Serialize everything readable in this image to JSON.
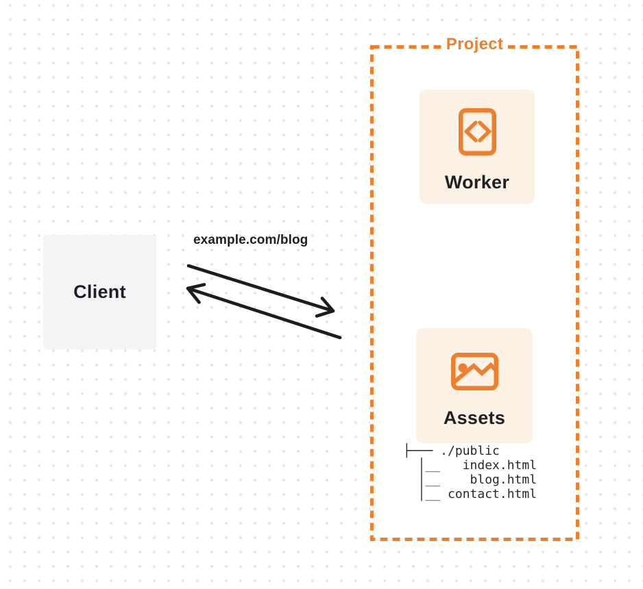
{
  "diagram": {
    "client": {
      "label": "Client"
    },
    "request_label": "example.com/blog",
    "arrows": {
      "request": "client-to-project",
      "response": "project-to-client"
    },
    "project": {
      "label": "Project",
      "worker": {
        "label": "Worker",
        "icon": "code-brackets-document-icon"
      },
      "assets": {
        "label": "Assets",
        "icon": "image-icon",
        "file_tree": {
          "root": "./public",
          "files": [
            "index.html",
            "blog.html",
            "contact.html"
          ],
          "lines": [
            "├─── ./public",
            "  │__   index.html",
            "  │__    blog.html",
            "  │__ contact.html"
          ]
        }
      }
    },
    "colors": {
      "accent_orange": "#EE7F2D",
      "card_cream": "#FBF1E4",
      "client_gray": "#F4F4F6",
      "text_dark": "#1F2023",
      "arrow_black": "#1D1D1F",
      "dot_grid": "#E1E1E4",
      "background": "#FFFFFF"
    }
  }
}
